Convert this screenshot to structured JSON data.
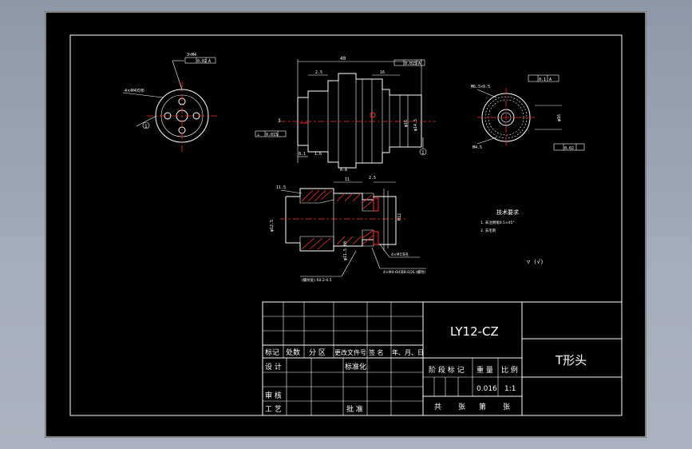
{
  "title_block": {
    "part_code": "LY12-CZ",
    "part_name": "T形头",
    "revision_headers": [
      "标记",
      "处数",
      "分 区",
      "更改文件号",
      "签 名",
      "年、月、日"
    ],
    "design_label": "设 计",
    "standardize_label": "标准化",
    "review_label": "审 核",
    "process_label": "工 艺",
    "approve_label": "批 准",
    "stage_label": "阶 段 标 记",
    "weight_label": "重 量",
    "scale_label": "比 例",
    "weight_value": "0.016",
    "scale_value": "1:1",
    "sheet_total_label": "共",
    "sheet_unit_label": "张",
    "sheet_no_label": "第",
    "sheet_unit2_label": "张"
  },
  "tech_req": {
    "heading": "技术要求",
    "item1": "1. 未注倒角0.5×45°",
    "item2": "2. 去毛刺",
    "roughness_note": "▽ (√)"
  },
  "annotations": {
    "front_tol": "0.02",
    "front_datum": "A",
    "shaft_len": "40",
    "shaft_tol": "0.015",
    "shaft_datum": "A",
    "shaft_d1": "2.5",
    "shaft_d2": "16",
    "shaft_d3": "8.1",
    "shaft_left_tol": "0.015",
    "side_tol": "0.1",
    "side_tol2": "0.02",
    "side_datum": "A",
    "section_mark": "A-A",
    "section_d1": "11.5",
    "section_d2": "11",
    "section_d3": "M12",
    "note_bottom": "4×M4-6H深8-EQS (螺纹)",
    "note_left": "(螺纹处) R0.2-0.5",
    "note_right": "4×M5深孔"
  }
}
